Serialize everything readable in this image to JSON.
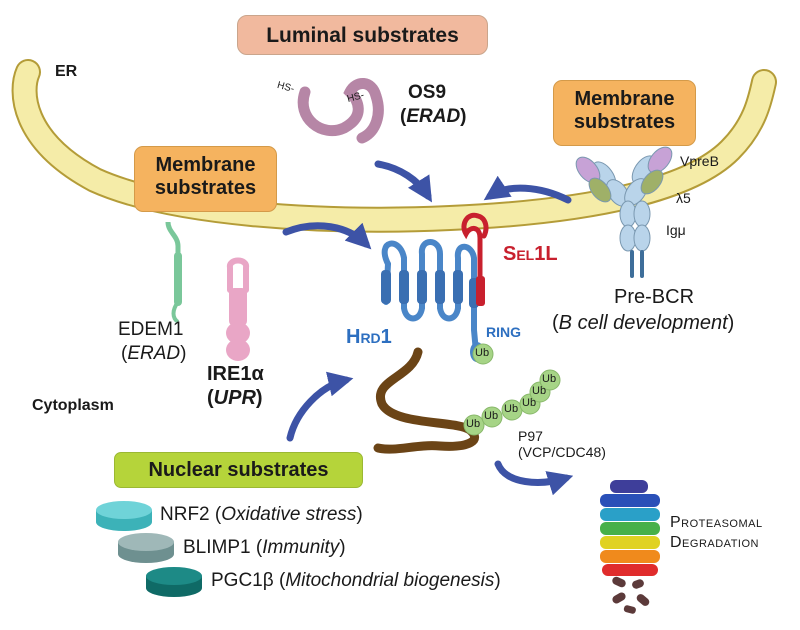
{
  "boxes": {
    "luminal": "Luminal substrates",
    "membrane_right": "Membrane substrates",
    "membrane_left": "Membrane substrates",
    "nuclear": "Nuclear substrates"
  },
  "labels": {
    "er": "ER",
    "cytoplasm": "Cytoplasm",
    "os9_name": "OS9",
    "os9_paren_open": "(",
    "os9_role": "ERAD",
    "os9_paren_close": ")",
    "hs1": "HS-",
    "hs2": "HS-",
    "sel1l": "Sel1L",
    "hrd1": "Hrd1",
    "ring": "RING",
    "vpreb": "VpreB",
    "lambda5": "λ5",
    "igmu": "Igμ",
    "prebcr": "Pre-BCR",
    "prebcr_paren_open": "(",
    "prebcr_role": "B cell development",
    "prebcr_paren_close": ")",
    "edem1": "EDEM1",
    "edem1_paren_open": "(",
    "edem1_role": "ERAD",
    "edem1_paren_close": ")",
    "ire1": "IRE1α",
    "ire1_paren_open": "(",
    "ire1_role": "UPR",
    "ire1_paren_close": ")",
    "p97_line1": "P97",
    "p97_line2": "(VCP/CDC48)",
    "proteasomal": "Proteasomal",
    "degradation": "Degradation",
    "nrf2_name": "NRF2 (",
    "nrf2_role": "Oxidative stress",
    "nrf2_close": ")",
    "blimp1_name": "BLIMP1 (",
    "blimp1_role": "Immunity",
    "blimp1_close": ")",
    "pgc1b_name": "PGC1β (",
    "pgc1b_role": "Mitochondrial biogenesis",
    "pgc1b_close": ")"
  },
  "ub_tags": [
    "Ub",
    "Ub",
    "Ub",
    "Ub",
    "Ub",
    "Ub",
    "Ub"
  ],
  "colors": {
    "membrane_fill": "#f5eca8",
    "membrane_stroke": "#b49c38",
    "hrd1": "#4a86c8",
    "sel1l": "#c8202e",
    "arrow": "#3d53a6",
    "ub": "#a6d486",
    "edem1": "#7ac79a",
    "ire1": "#e9a6c6",
    "os9": "#b686a6",
    "brown_chain": "#6b4416"
  }
}
